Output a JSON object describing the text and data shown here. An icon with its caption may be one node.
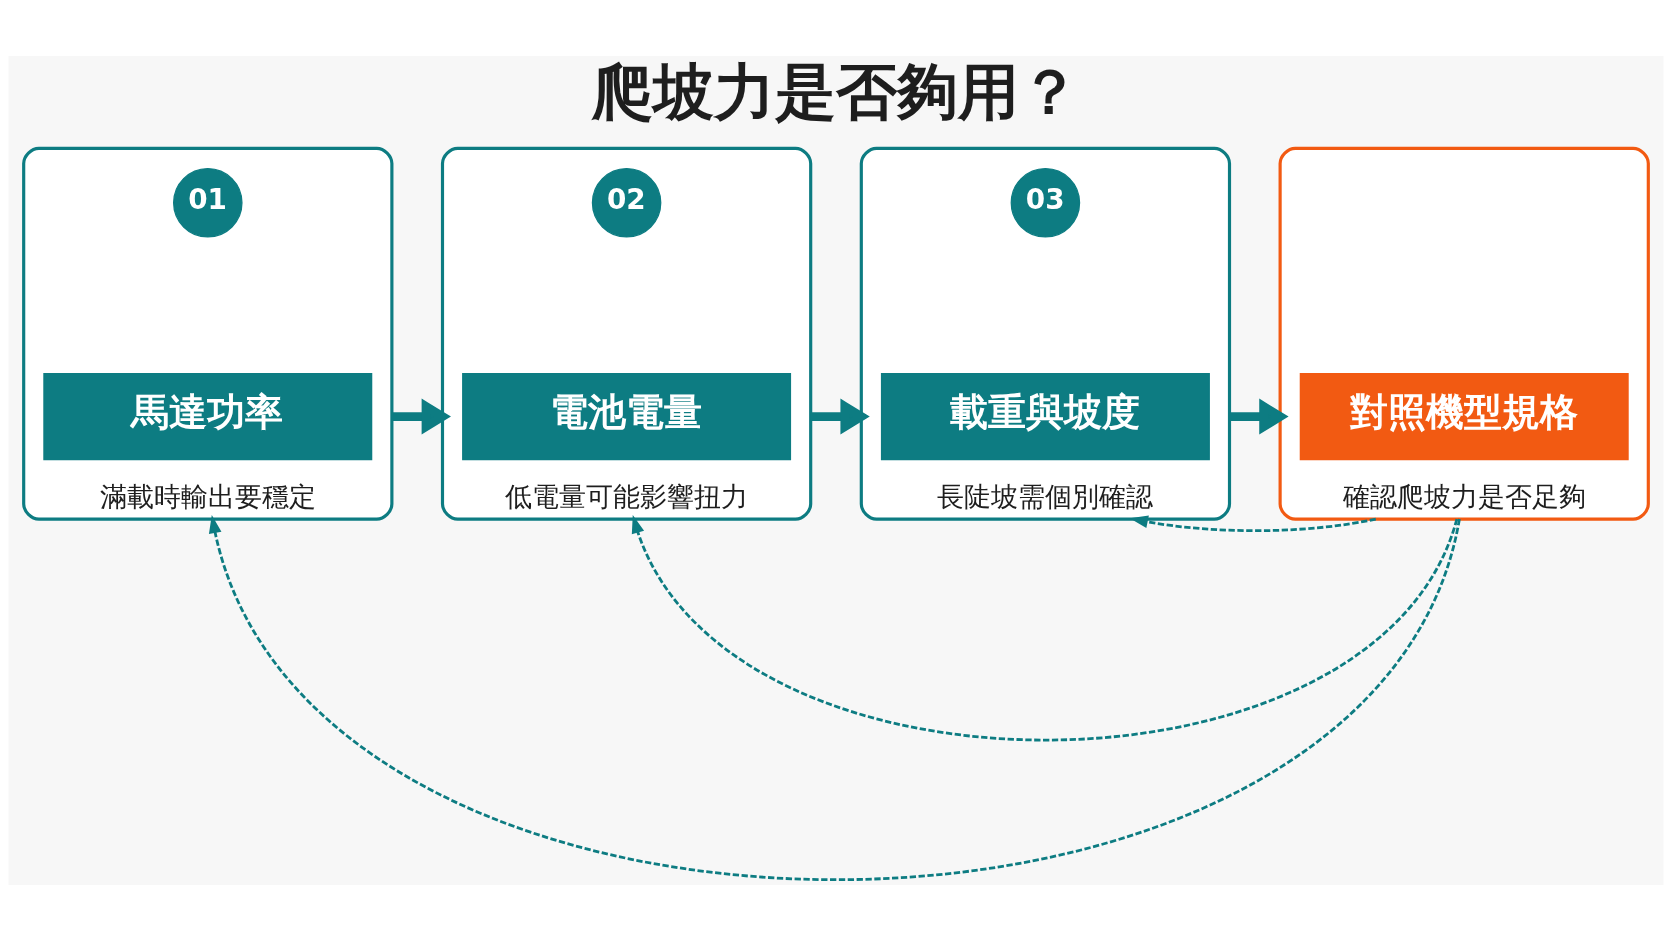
{
  "diagram": {
    "title": "爬坡力是否夠用？",
    "nodes": [
      {
        "text": [
          "滿載時輸出要穩定"
        ]
      },
      {
        "text": [
          "01"
        ],
        "in": 0
      },
      {
        "text": [
          "馬達功率"
        ],
        "in": 0
      },
      {
        "text": [
          "低電量可能影響扭力"
        ]
      },
      {
        "text": [
          "02"
        ],
        "in": 3
      },
      {
        "text": [
          "電池電量"
        ],
        "in": 3
      },
      {
        "text": [
          "長陡坡需個別確認"
        ]
      },
      {
        "text": [
          "03"
        ],
        "in": 6
      },
      {
        "text": [
          "載重與坡度"
        ],
        "in": 6
      },
      {
        "text": [
          "確認爬坡力是否足夠"
        ]
      },
      {
        "text": [
          "對照機型規格"
        ],
        "in": 9
      }
    ],
    "edges": [
      {
        "from": 0,
        "to": 3,
        "arrow": "to",
        "style": "thick"
      },
      {
        "from": 3,
        "to": 6,
        "arrow": "to",
        "style": "thick"
      },
      {
        "from": 6,
        "to": 9,
        "arrow": "to",
        "style": "thick"
      },
      {
        "from": 9,
        "to": 0,
        "arrow": "to",
        "style": "dashed"
      },
      {
        "from": 9,
        "to": 3,
        "arrow": "to",
        "style": "dashed"
      },
      {
        "from": 9,
        "to": 6,
        "arrow": "to",
        "style": "dashed"
      }
    ]
  }
}
